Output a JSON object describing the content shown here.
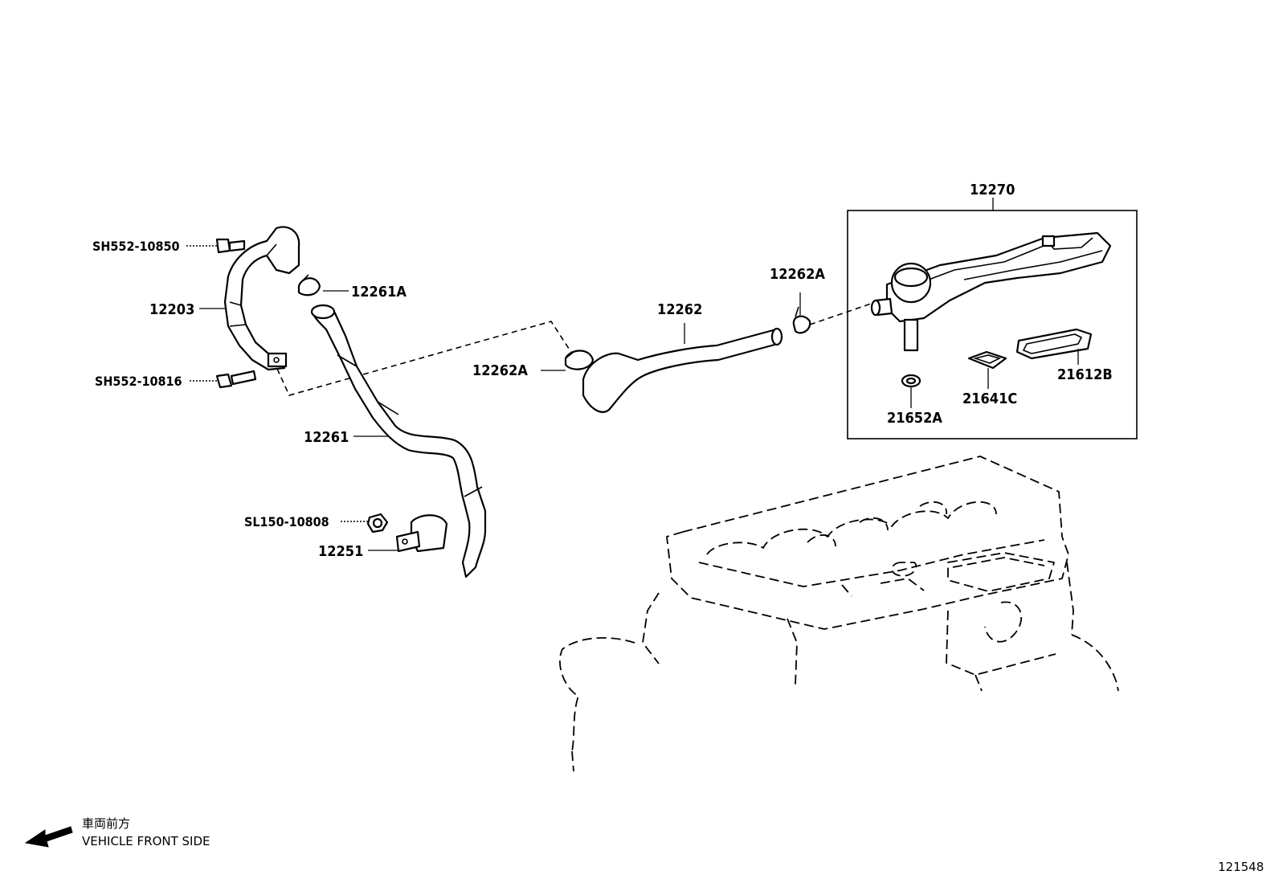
{
  "labels": {
    "p12270": "12270",
    "p12262A_top": "12262A",
    "p12262": "12262",
    "p12262A_left": "12262A",
    "p21652A": "21652A",
    "p21641C": "21641C",
    "p21612B": "21612B",
    "pSH552_10850": "SH552-10850",
    "p12261A": "12261A",
    "p12203": "12203",
    "pSH552_10816": "SH552-10816",
    "p12261": "12261",
    "pSL150_10808": "SL150-10808",
    "p12251": "12251"
  },
  "direction": {
    "japanese": "車両前方",
    "english": "VEHICLE FRONT SIDE"
  },
  "figure_id": "121548"
}
